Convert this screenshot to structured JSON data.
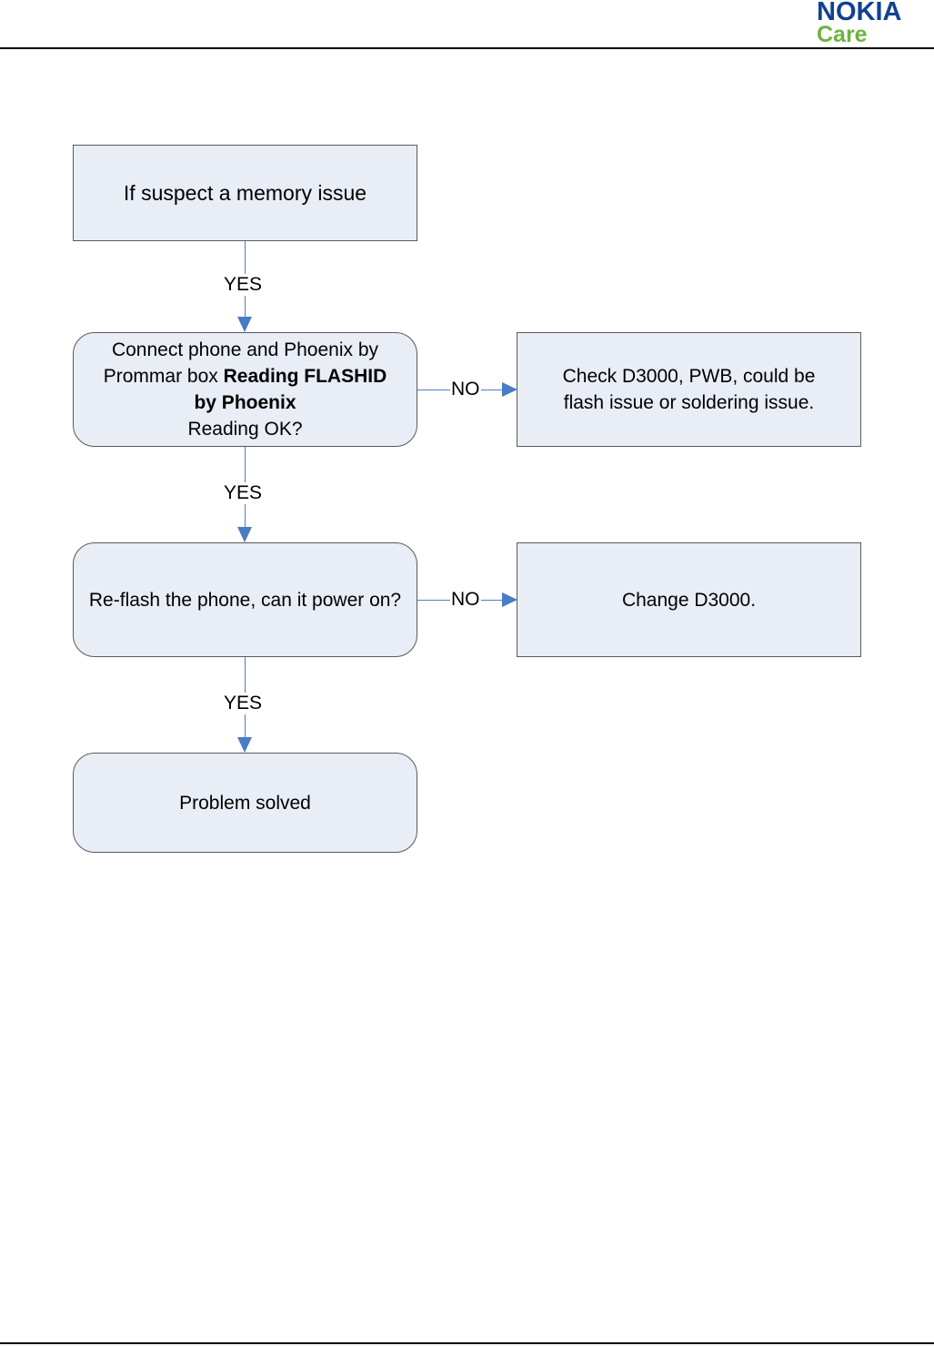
{
  "header": {
    "brand": "NOKIA",
    "sub_brand": "Care"
  },
  "flowchart": {
    "start": {
      "text": "If suspect a memory issue"
    },
    "step1": {
      "line1": "Connect phone and Phoenix by",
      "line2_prefix": "Prommar box ",
      "line2_bold": "Reading FLASHID",
      "line3_bold": "by Phoenix",
      "line4": "Reading OK?"
    },
    "step1_no": {
      "text": "Check D3000, PWB, could be flash issue or soldering issue."
    },
    "step2": {
      "text": "Re-flash the phone, can it power on?"
    },
    "step2_no": {
      "text": "Change D3000."
    },
    "end": {
      "text": "Problem solved"
    },
    "labels": {
      "yes1": "YES",
      "yes2": "YES",
      "yes3": "YES",
      "no1": "NO",
      "no2": "NO"
    },
    "colors": {
      "box_fill": "#e8edf6",
      "connector": "#4a7bc4"
    }
  }
}
